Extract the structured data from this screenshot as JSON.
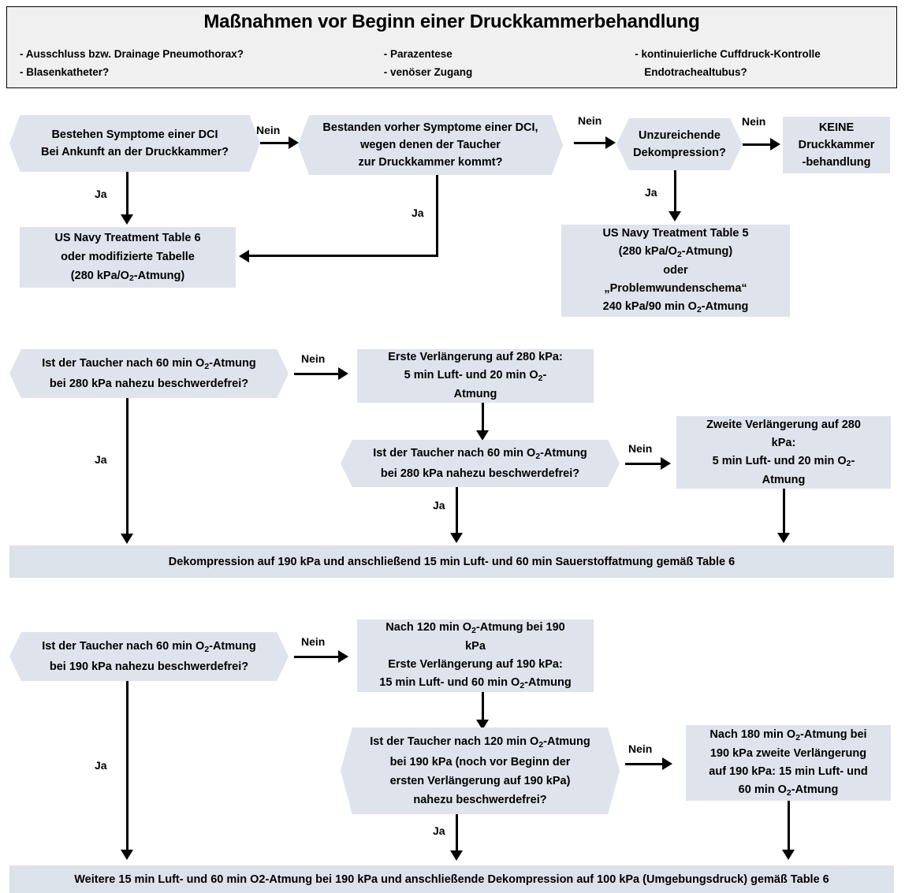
{
  "header": {
    "title": "Maßnahmen vor Beginn einer Druckkammerbehandlung",
    "col1": [
      "- Ausschluss bzw. Drainage Pneumothorax?",
      "- Blasenkatheter?"
    ],
    "col2": [
      "- Parazentese",
      "- venöser Zugang"
    ],
    "col3": [
      "- kontinuierliche Cuffdruck-Kontrolle",
      "Endotrachealtubus?"
    ]
  },
  "colors": {
    "node_fill": "#dee3ec",
    "header_fill": "#f0f0f0",
    "line": "#000000",
    "bar_fill": "#dce2ea"
  },
  "edge_labels": {
    "nein": "Nein",
    "ja": "Ja"
  },
  "nodes": {
    "d1": {
      "shape": "hexagon",
      "lines": [
        "Bestehen Symptome einer DCI",
        "Bei Ankunft an der Druckkammer?"
      ]
    },
    "d2": {
      "shape": "hexagon",
      "lines": [
        "Bestanden vorher Symptome einer DCI,",
        "wegen denen der Taucher",
        "zur Druckkammer kommt?"
      ]
    },
    "d3": {
      "shape": "hexagon",
      "lines": [
        "Unzureichende",
        "Dekompression?"
      ]
    },
    "r_keine": {
      "shape": "rect",
      "lines": [
        "KEINE",
        "Druckkammer",
        "-behandlung"
      ]
    },
    "r_table6": {
      "shape": "rect",
      "lines": [
        "US Navy Treatment Table 6",
        "oder modifizierte Tabelle",
        "(280 kPa/O₂-Atmung)"
      ]
    },
    "r_table5": {
      "shape": "rect",
      "lines": [
        "US Navy Treatment Table 5",
        "(280 kPa/O₂-Atmung)",
        "oder",
        "„Problemwundenschema“",
        "240 kPa/90 min O₂-Atmung"
      ]
    },
    "d4": {
      "shape": "hexagon",
      "lines": [
        "Ist der Taucher nach 60 min O₂-Atmung",
        "bei 280 kPa nahezu beschwerdefrei?"
      ]
    },
    "r_ext1_280": {
      "shape": "rect",
      "lines": [
        "Erste Verlängerung auf 280 kPa:",
        "5 min Luft- und 20 min O₂-",
        "Atmung"
      ]
    },
    "d5": {
      "shape": "hexagon",
      "lines": [
        "Ist der Taucher nach 60 min O₂-Atmung",
        "bei 280 kPa nahezu beschwerdefrei?"
      ]
    },
    "r_ext2_280": {
      "shape": "rect",
      "lines": [
        "Zweite Verlängerung auf 280",
        "kPa:",
        "5 min Luft- und 20 min O₂-",
        "Atmung"
      ]
    },
    "bar_dekomp": {
      "shape": "bar",
      "lines": [
        "Dekompression auf 190 kPa und anschließend 15 min Luft- und 60 min Sauerstoffatmung gemäß Table 6"
      ]
    },
    "d6": {
      "shape": "hexagon",
      "lines": [
        "Ist der Taucher nach 60 min O₂-Atmung",
        "bei 190 kPa nahezu beschwerdefrei?"
      ]
    },
    "r_ext1_190": {
      "shape": "rect",
      "lines": [
        "Nach 120 min O₂-Atmung bei 190",
        "kPa",
        "Erste Verlängerung auf 190 kPa:",
        "15 min Luft- und 60 min O₂-Atmung"
      ]
    },
    "d7": {
      "shape": "hexagon",
      "lines": [
        "Ist der Taucher nach 120 min O₂-Atmung",
        "bei 190 kPa (noch vor Beginn der",
        "ersten Verlängerung auf 190 kPa)",
        "nahezu beschwerdefrei?"
      ]
    },
    "r_ext2_190": {
      "shape": "rect",
      "lines": [
        "Nach 180 min O₂-Atmung bei",
        "190 kPa zweite Verlängerung",
        "auf 190 kPa: 15 min Luft- und",
        "60 min O₂-Atmung"
      ]
    },
    "bar_final": {
      "shape": "bar",
      "lines": [
        "Weitere 15 min Luft- und 60 min O2-Atmung bei 190 kPa und anschließende Dekompression auf 100 kPa (Umgebungsdruck) gemäß Table 6"
      ]
    }
  }
}
